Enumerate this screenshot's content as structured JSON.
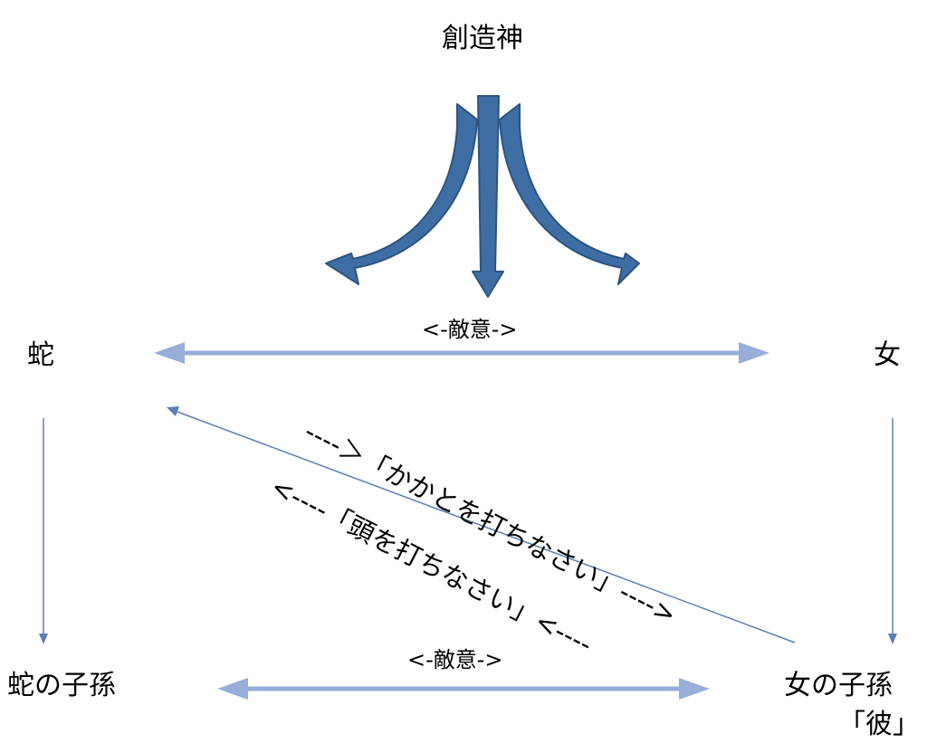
{
  "nodes": {
    "creator": "創造神",
    "serpent": "蛇",
    "woman": "女",
    "serpent_offspring": "蛇の子孫",
    "woman_offspring": "女の子孫",
    "him": "「彼」"
  },
  "relations": {
    "enmity_top": "<-敵意->",
    "enmity_bottom": "<-敵意->",
    "strike_heel": "----＞「かかとを打ちなさい」---->",
    "strike_head": "<----「頭を打ちなさい」<----"
  },
  "colors": {
    "arrow_light": "#97aed8",
    "arrow_thin": "#5b7fb8",
    "creator_arrow": "#3f6ea4",
    "creator_arrow_edge": "#2d547f"
  }
}
